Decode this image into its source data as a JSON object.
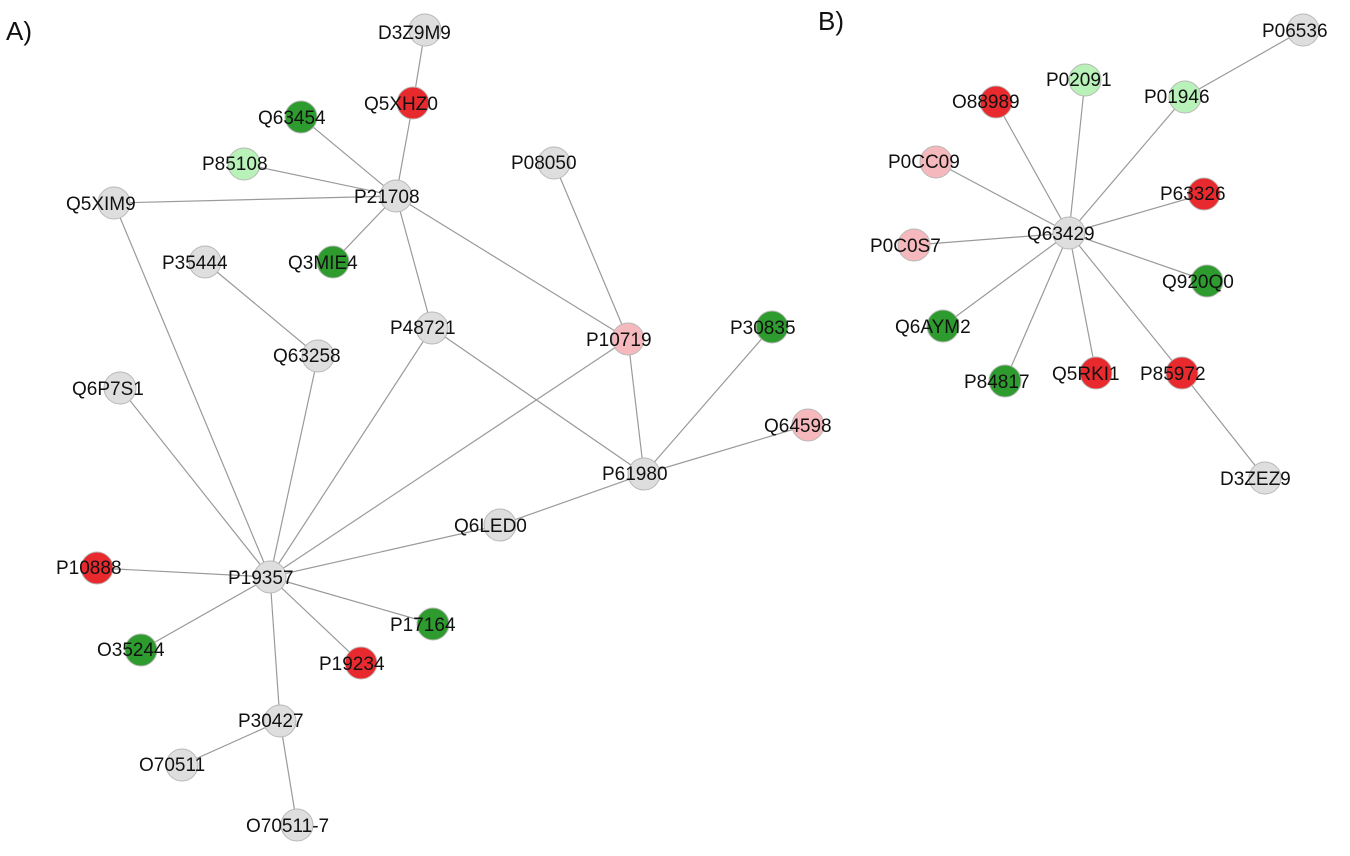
{
  "panels": [
    {
      "id": "A",
      "label": "A)"
    },
    {
      "id": "B",
      "label": "B)"
    }
  ],
  "legend_colors": {
    "gray": "#dedede",
    "red": "#e8292e",
    "dark_green": "#2e9b2e",
    "light_green": "#b8f2b8",
    "pink": "#f5b8bc"
  },
  "nodes": [
    {
      "id": "D3Z9M9",
      "color": "gray",
      "panel": "A"
    },
    {
      "id": "Q5XHZ0",
      "color": "red",
      "panel": "A"
    },
    {
      "id": "Q63454",
      "color": "dark_green",
      "panel": "A"
    },
    {
      "id": "P85108",
      "color": "light_green",
      "panel": "A"
    },
    {
      "id": "P21708",
      "color": "gray",
      "panel": "A"
    },
    {
      "id": "Q5XIM9",
      "color": "gray",
      "panel": "A"
    },
    {
      "id": "Q3MIE4",
      "color": "dark_green",
      "panel": "A"
    },
    {
      "id": "P08050",
      "color": "gray",
      "panel": "A"
    },
    {
      "id": "P35444",
      "color": "gray",
      "panel": "A"
    },
    {
      "id": "P48721",
      "color": "gray",
      "panel": "A"
    },
    {
      "id": "P10719",
      "color": "pink",
      "panel": "A"
    },
    {
      "id": "P30835",
      "color": "dark_green",
      "panel": "A"
    },
    {
      "id": "Q63258",
      "color": "gray",
      "panel": "A"
    },
    {
      "id": "Q6P7S1",
      "color": "gray",
      "panel": "A"
    },
    {
      "id": "Q64598",
      "color": "pink",
      "panel": "A"
    },
    {
      "id": "P61980",
      "color": "gray",
      "panel": "A"
    },
    {
      "id": "Q6LED0",
      "color": "gray",
      "panel": "A"
    },
    {
      "id": "P10888",
      "color": "red",
      "panel": "A"
    },
    {
      "id": "P19357",
      "color": "gray",
      "panel": "A"
    },
    {
      "id": "P17164",
      "color": "dark_green",
      "panel": "A"
    },
    {
      "id": "O35244",
      "color": "dark_green",
      "panel": "A"
    },
    {
      "id": "P19234",
      "color": "red",
      "panel": "A"
    },
    {
      "id": "P30427",
      "color": "gray",
      "panel": "A"
    },
    {
      "id": "O70511",
      "color": "gray",
      "panel": "A"
    },
    {
      "id": "O70511-7",
      "color": "gray",
      "panel": "A"
    },
    {
      "id": "P06536",
      "color": "gray",
      "panel": "B"
    },
    {
      "id": "P02091",
      "color": "light_green",
      "panel": "B"
    },
    {
      "id": "O88989",
      "color": "red",
      "panel": "B"
    },
    {
      "id": "P01946",
      "color": "light_green",
      "panel": "B"
    },
    {
      "id": "P0CC09",
      "color": "pink",
      "panel": "B"
    },
    {
      "id": "P63326",
      "color": "red",
      "panel": "B"
    },
    {
      "id": "Q63429",
      "color": "gray",
      "panel": "B"
    },
    {
      "id": "P0C0S7",
      "color": "pink",
      "panel": "B"
    },
    {
      "id": "Q920Q0",
      "color": "dark_green",
      "panel": "B"
    },
    {
      "id": "Q6AYM2",
      "color": "dark_green",
      "panel": "B"
    },
    {
      "id": "P85972",
      "color": "red",
      "panel": "B"
    },
    {
      "id": "Q5RKI1",
      "color": "red",
      "panel": "B"
    },
    {
      "id": "P84817",
      "color": "dark_green",
      "panel": "B"
    },
    {
      "id": "D3ZEZ9",
      "color": "gray",
      "panel": "B"
    }
  ],
  "edges": [
    [
      "D3Z9M9",
      "Q5XHZ0"
    ],
    [
      "Q5XHZ0",
      "P21708"
    ],
    [
      "Q63454",
      "P21708"
    ],
    [
      "P85108",
      "P21708"
    ],
    [
      "Q5XIM9",
      "P21708"
    ],
    [
      "Q3MIE4",
      "P21708"
    ],
    [
      "P21708",
      "P48721"
    ],
    [
      "P21708",
      "P10719"
    ],
    [
      "P08050",
      "P10719"
    ],
    [
      "P35444",
      "Q63258"
    ],
    [
      "Q5XIM9",
      "P19357"
    ],
    [
      "Q63258",
      "P19357"
    ],
    [
      "P48721",
      "P19357"
    ],
    [
      "P10719",
      "P19357"
    ],
    [
      "P48721",
      "P61980"
    ],
    [
      "P10719",
      "P61980"
    ],
    [
      "P30835",
      "P61980"
    ],
    [
      "Q64598",
      "P61980"
    ],
    [
      "Q6LED0",
      "P61980"
    ],
    [
      "Q6P7S1",
      "P19357"
    ],
    [
      "Q6LED0",
      "P19357"
    ],
    [
      "P10888",
      "P19357"
    ],
    [
      "P19357",
      "P17164"
    ],
    [
      "P19357",
      "O35244"
    ],
    [
      "P19357",
      "P19234"
    ],
    [
      "P19357",
      "P30427"
    ],
    [
      "P30427",
      "O70511"
    ],
    [
      "P30427",
      "O70511-7"
    ],
    [
      "P06536",
      "P01946"
    ],
    [
      "P01946",
      "Q63429"
    ],
    [
      "P02091",
      "Q63429"
    ],
    [
      "O88989",
      "Q63429"
    ],
    [
      "P0CC09",
      "Q63429"
    ],
    [
      "P63326",
      "Q63429"
    ],
    [
      "P0C0S7",
      "Q63429"
    ],
    [
      "Q920Q0",
      "Q63429"
    ],
    [
      "Q6AYM2",
      "Q63429"
    ],
    [
      "P85972",
      "Q63429"
    ],
    [
      "Q5RKI1",
      "Q63429"
    ],
    [
      "P84817",
      "Q63429"
    ],
    [
      "P85972",
      "D3ZEZ9"
    ]
  ]
}
